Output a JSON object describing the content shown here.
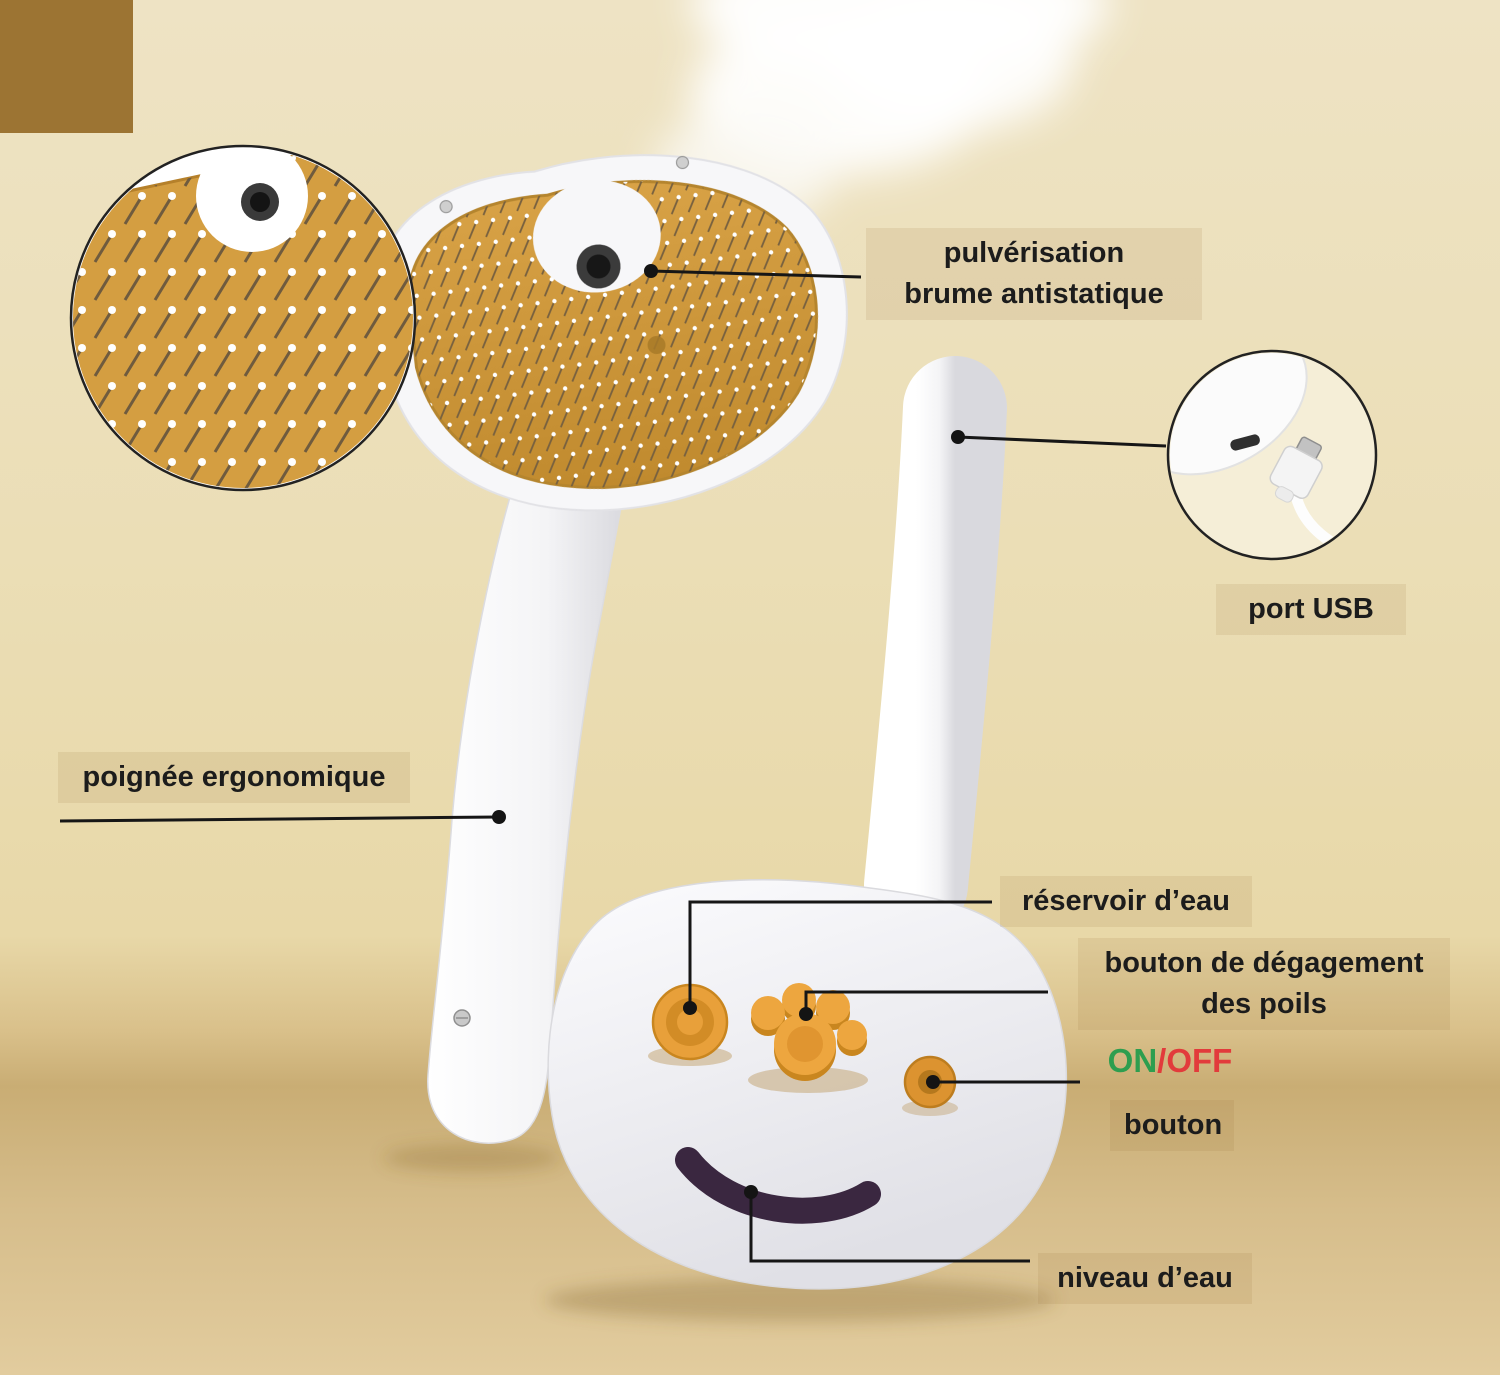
{
  "product": "steam pet grooming brush infographic",
  "annotations": {
    "spray_line1": "pulvérisation",
    "spray_line2": "brume antistatique",
    "usb_port": "port USB",
    "handle": "poignée ergonomique",
    "water_tank": "réservoir d’eau",
    "release_line1": "bouton de dégagement",
    "release_line2": "des poils",
    "power_on": "ON",
    "power_sep": "/",
    "power_off": "OFF",
    "power_button": "bouton",
    "water_level": "niveau d’eau"
  },
  "colors": {
    "background_top": "#eee3c4",
    "background_floor": "#c9ad74",
    "accent_square": "#9c7433",
    "pad_gold": "#d09a3d",
    "button_orange": "#e8a03a",
    "smile_purple": "#3a2740",
    "on_green": "#2e9e4f",
    "off_red": "#e23b3b",
    "text": "#1c1c1c"
  }
}
